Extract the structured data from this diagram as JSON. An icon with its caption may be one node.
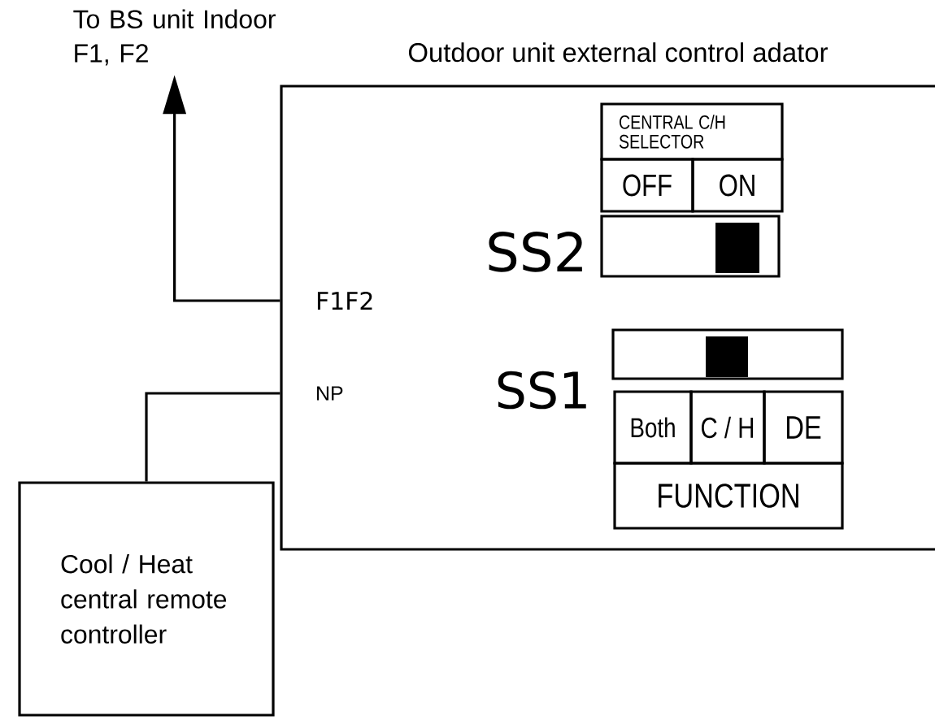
{
  "diagram": {
    "nodes": [
      {
        "text": [
          "Outdoor unit external control adator"
        ]
      },
      {
        "text": [
          "To BS unit Indoor F1, F2"
        ]
      },
      {
        "text": [
          "Cool / Heat central remote controller"
        ]
      },
      {
        "text": [
          "F1F2"
        ],
        "in": 0
      },
      {
        "text": [
          "NP"
        ],
        "in": 0
      }
    ],
    "edges": [
      {
        "from": 3,
        "to": 1,
        "arrow": "to"
      },
      {
        "from": 4,
        "to": 2,
        "arrow": "none"
      }
    ],
    "labels": [
      "CENTRAL C/H SELECTOR",
      "OFF",
      "ON",
      "SS2",
      "SS1",
      "Both",
      "C / H",
      "DE",
      "FUNCTION"
    ]
  }
}
